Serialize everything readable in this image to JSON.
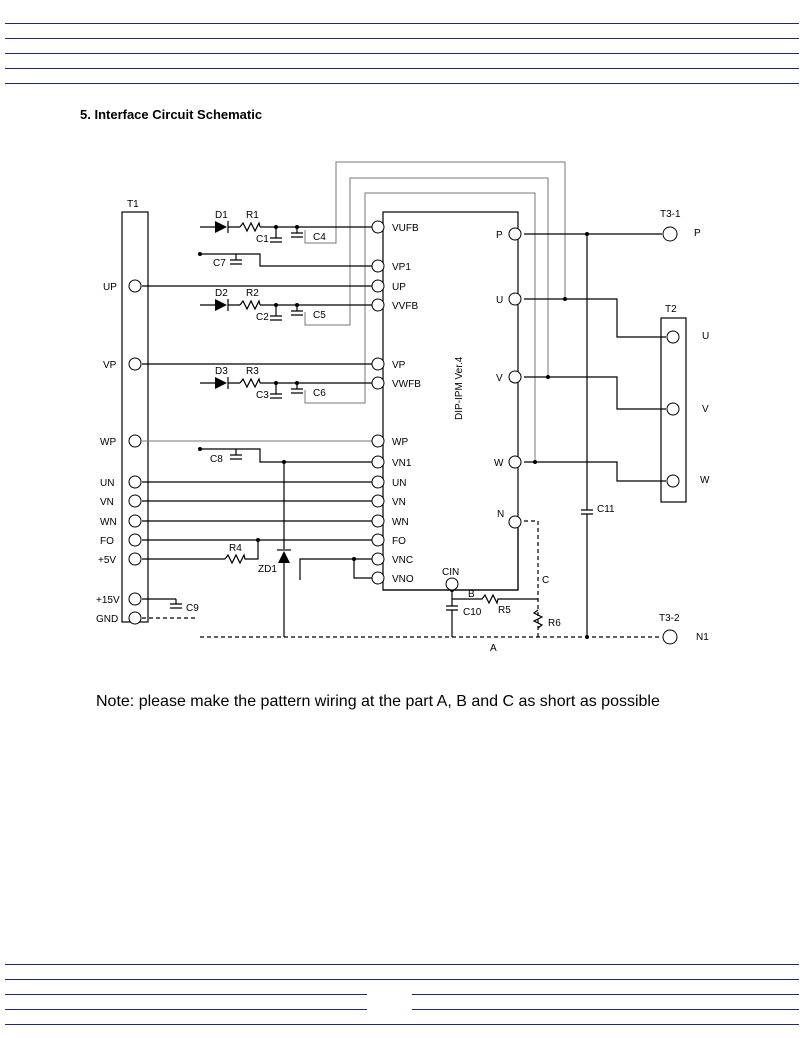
{
  "section_title": "5.  Interface Circuit Schematic",
  "note": "Note: please make the pattern wiring at the part A, B and C as short as possible",
  "schematic": {
    "ipm_label": "DIP-IPM   Ver.4",
    "t1": {
      "label": "T1",
      "pins": [
        "UP",
        "VP",
        "WP",
        "UN",
        "VN",
        "WN",
        "FO",
        "+5V",
        "+15V",
        "GND"
      ]
    },
    "ipm_left_pins": [
      "VUFB",
      "VP1",
      "UP",
      "VVFB",
      "VP",
      "VWFB",
      "WP",
      "VN1",
      "UN",
      "VN",
      "WN",
      "FO",
      "VNC",
      "VNO"
    ],
    "ipm_right_pins": [
      "P",
      "U",
      "V",
      "W",
      "N"
    ],
    "cin": "CIN",
    "t2": {
      "label": "T2",
      "pins": [
        "U",
        "V",
        "W"
      ]
    },
    "t3_1": {
      "label": "T3-1",
      "name": "P"
    },
    "t3_2": {
      "label": "T3-2",
      "name": "N1"
    },
    "diodes": [
      "D1",
      "D2",
      "D3"
    ],
    "zener": "ZD1",
    "resistors": [
      "R1",
      "R2",
      "R3",
      "R4",
      "R5",
      "R6"
    ],
    "capacitors": [
      "C1",
      "C2",
      "C3",
      "C4",
      "C5",
      "C6",
      "C7",
      "C8",
      "C9",
      "C10",
      "C11"
    ],
    "parts": [
      "A",
      "B",
      "C"
    ]
  }
}
